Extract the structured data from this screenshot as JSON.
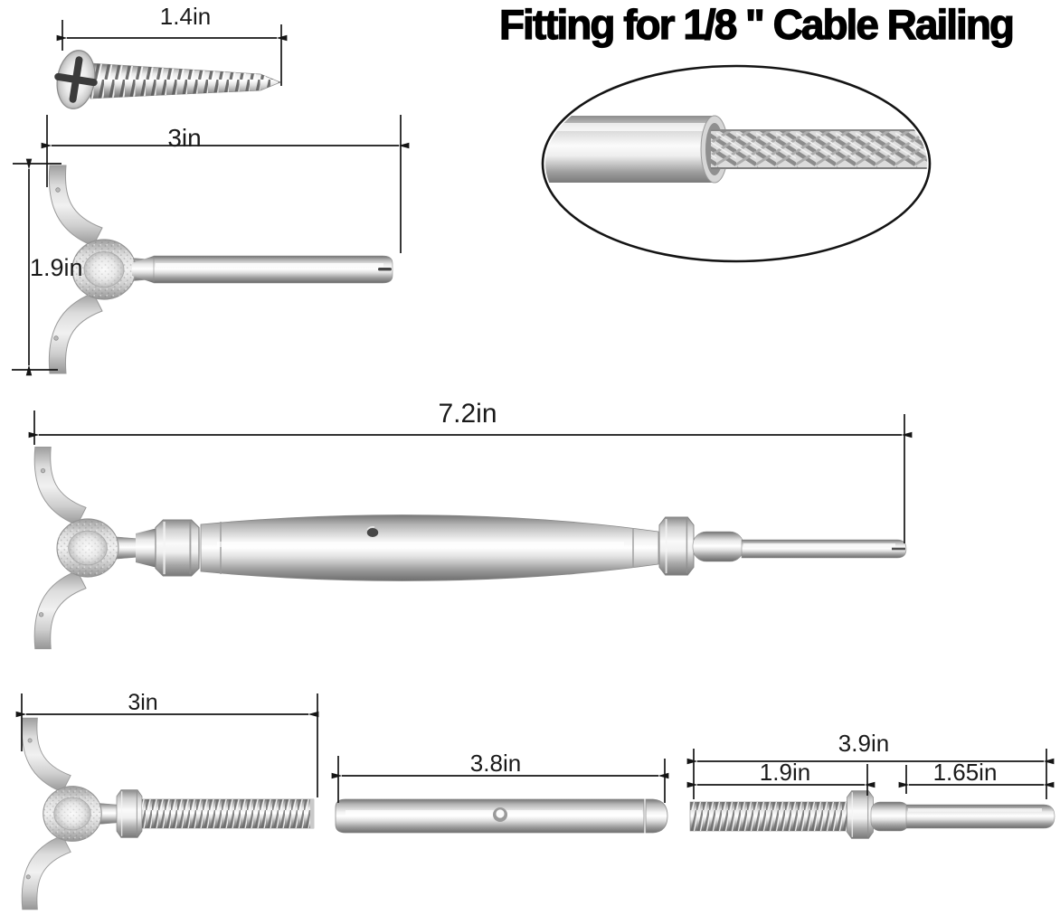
{
  "title": "Fitting for 1/8 \" Cable Railing",
  "labels": {
    "screw_length": "1.4in",
    "terminal_width": "3in",
    "terminal_height": "1.9in",
    "assembly_length": "7.2in",
    "toggle_bolt_length": "3in",
    "body_length": "3.8in",
    "stud_total_length": "3.9in",
    "stud_thread_length": "1.9in",
    "stud_swage_length": "1.65in"
  },
  "colors": {
    "background": "#ffffff",
    "ink": "#151515",
    "metal_light": "#f7f7f7",
    "metal_mid": "#c4c4c4",
    "metal_dark": "#7a7a7a"
  }
}
